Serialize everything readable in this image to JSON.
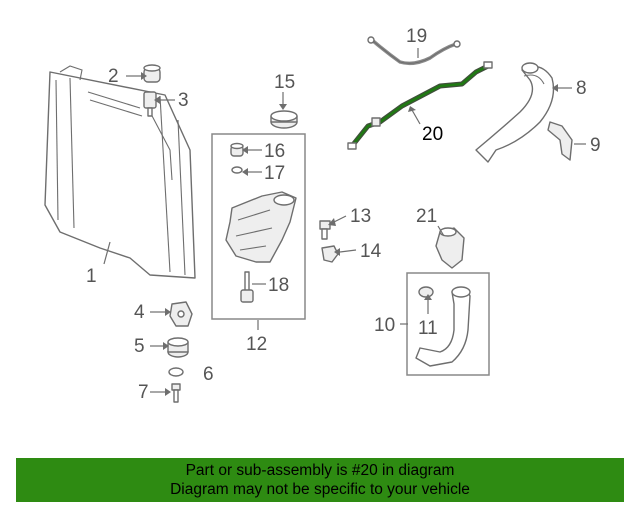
{
  "callouts": {
    "c1": "1",
    "c2": "2",
    "c3": "3",
    "c4": "4",
    "c5": "5",
    "c6": "6",
    "c7": "7",
    "c8": "8",
    "c9": "9",
    "c10": "10",
    "c11": "11",
    "c12": "12",
    "c13": "13",
    "c14": "14",
    "c15": "15",
    "c16": "16",
    "c17": "17",
    "c18": "18",
    "c19": "19",
    "c20": "20",
    "c21": "21"
  },
  "highlight_part": "20",
  "colors": {
    "highlight": "#1f7a12",
    "banner": "#2e8b12",
    "line": "#6e6e6e"
  },
  "banner": {
    "line1": "Part or sub-assembly is #20 in diagram",
    "line2": "Diagram may not be specific to your vehicle"
  }
}
